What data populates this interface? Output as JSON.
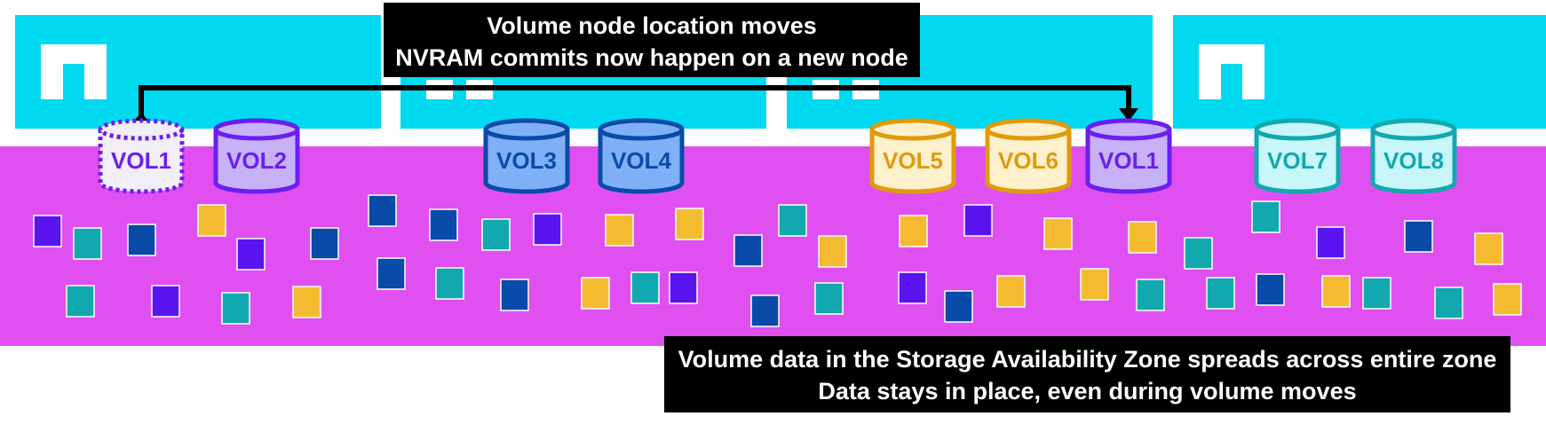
{
  "colors": {
    "node_band": "#00d9f0",
    "zone": "#e050f0",
    "logo": "#ffffff",
    "caption_bg": "#000000",
    "caption_text": "#ffffff",
    "purple": "#5a14f0",
    "blue": "#0a4aa8",
    "teal": "#12a8b0",
    "gold": "#f5bb30"
  },
  "annotation_top": {
    "line1": "Volume node location moves",
    "line2": "NVRAM commits now happen on a new node"
  },
  "annotation_bottom": {
    "line1": "Volume data in the Storage Availability Zone spreads across entire zone",
    "line2": "Data stays in place, even during volume moves"
  },
  "volumes": [
    {
      "label": "VOL1",
      "style": "dashed",
      "fill": "#f2eef8",
      "stroke": "#6a1ef0",
      "text": "#6a1ef0"
    },
    {
      "label": "VOL2",
      "style": "solid",
      "fill": "#c7b2f8",
      "stroke": "#6a1ef0",
      "text": "#6a1ef0"
    },
    {
      "label": "VOL3",
      "style": "solid",
      "fill": "#7fb0f5",
      "stroke": "#0a4aa8",
      "text": "#0a4aa8"
    },
    {
      "label": "VOL4",
      "style": "solid",
      "fill": "#7fb0f5",
      "stroke": "#0a4aa8",
      "text": "#0a4aa8"
    },
    {
      "label": "VOL5",
      "style": "solid",
      "fill": "#fdf0cc",
      "stroke": "#e09a0c",
      "text": "#e09a0c"
    },
    {
      "label": "VOL6",
      "style": "solid",
      "fill": "#fdf0cc",
      "stroke": "#e09a0c",
      "text": "#e09a0c"
    },
    {
      "label": "VOL1",
      "style": "solid",
      "fill": "#c7b2f8",
      "stroke": "#6a1ef0",
      "text": "#6a1ef0"
    },
    {
      "label": "VOL7",
      "style": "solid",
      "fill": "#c9f6f8",
      "stroke": "#12a8b0",
      "text": "#12a8b0"
    },
    {
      "label": "VOL8",
      "style": "solid",
      "fill": "#c9f6f8",
      "stroke": "#12a8b0",
      "text": "#12a8b0"
    }
  ]
}
